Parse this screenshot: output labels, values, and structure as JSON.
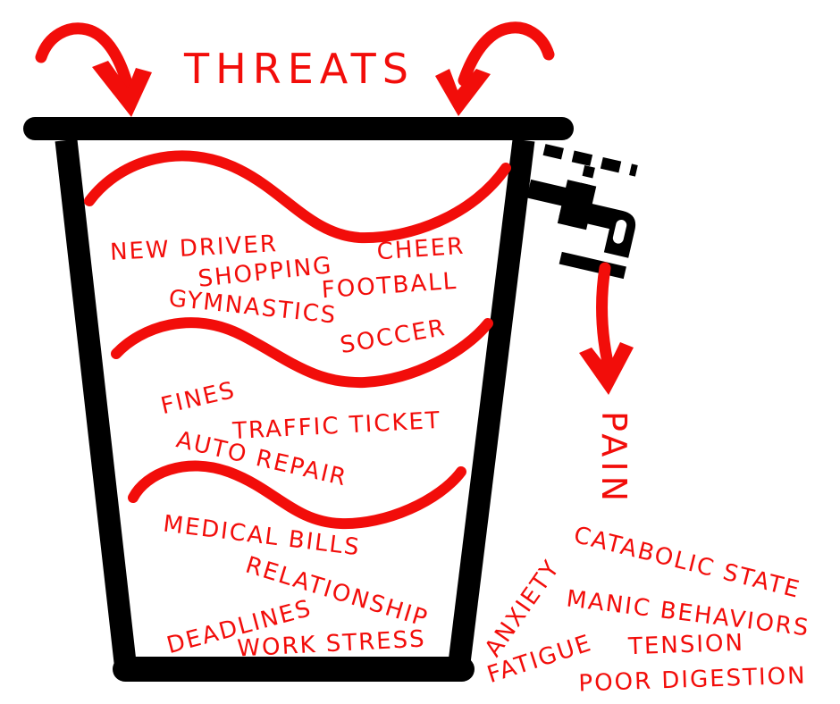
{
  "colors": {
    "red": "#F20D0A",
    "black": "#000000",
    "bg": "#FFFFFF"
  },
  "header": {
    "title": "THREATS"
  },
  "bucket": {
    "top_level_threats": [
      "NEW DRIVER",
      "CHEER",
      "SHOPPING",
      "FOOTBALL",
      "GYMNASTICS",
      "SOCCER"
    ],
    "middle_level_threats": [
      "FINES",
      "TRAFFIC TICKET",
      "AUTO REPAIR"
    ],
    "bottom_level_threats": [
      "MEDICAL BILLS",
      "RELATIONSHIP",
      "DEADLINES",
      "WORK STRESS"
    ]
  },
  "outflow": {
    "label": "PAIN",
    "effects": [
      "CATABOLIC STATE",
      "ANXIETY",
      "MANIC BEHAVIORS",
      "FATIGUE",
      "TENSION",
      "POOR DIGESTION"
    ]
  },
  "icons": {
    "curved_arrow_left": "curved-arrow-into-bucket",
    "curved_arrow_right": "curved-arrow-into-bucket",
    "faucet": "faucet-tap",
    "down_arrow": "arrow-down",
    "waves": "water-level-wave"
  }
}
